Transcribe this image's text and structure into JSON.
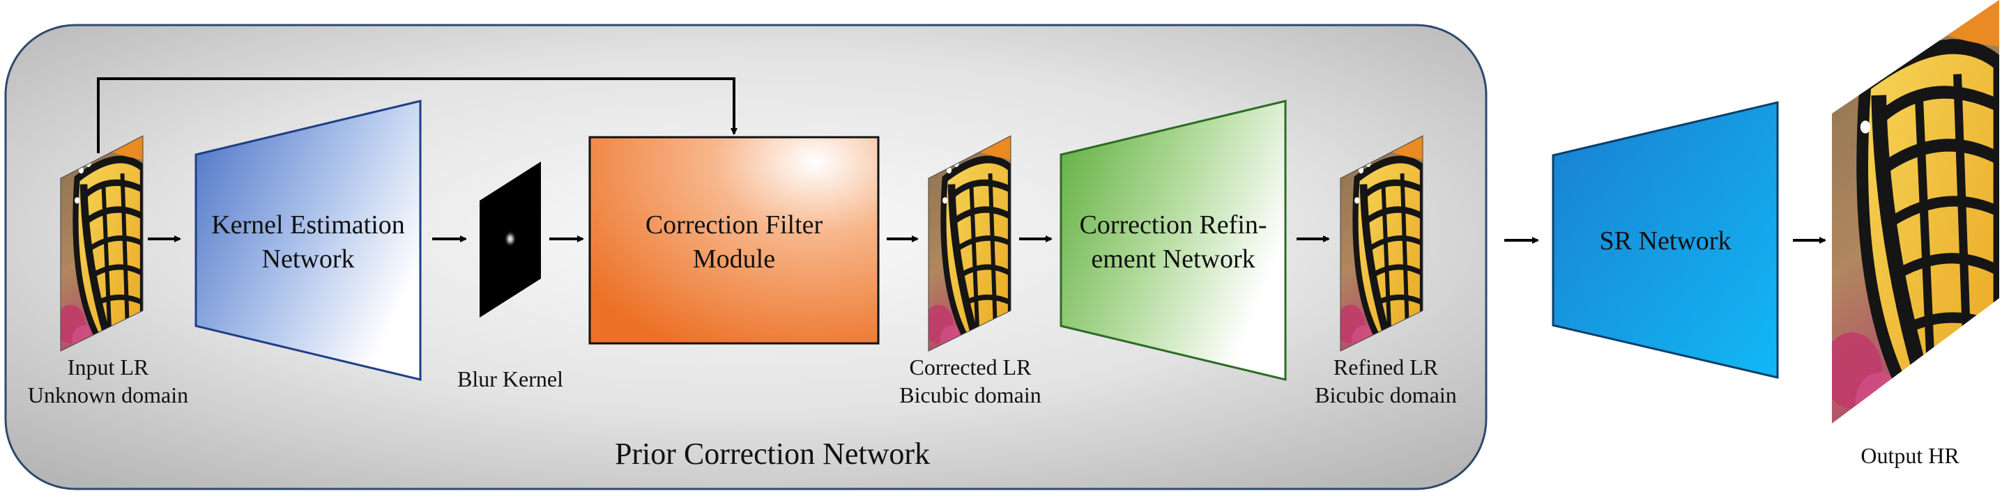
{
  "title": "Prior Correction Network",
  "nodes": {
    "input_lr": {
      "line1": "Input LR",
      "line2": "Unknown domain"
    },
    "kernel_estimation": {
      "line1": "Kernel Estimation",
      "line2": "Network"
    },
    "blur_kernel": {
      "label": "Blur Kernel"
    },
    "correction_filter": {
      "line1": "Correction Filter",
      "line2": "Module"
    },
    "corrected_lr": {
      "line1": "Corrected LR",
      "line2": "Bicubic domain"
    },
    "correction_refinement": {
      "line1": "Correction Refin-",
      "line2": "ement Network"
    },
    "refined_lr": {
      "line1": "Refined LR",
      "line2": "Bicubic domain"
    },
    "sr_network": {
      "label": "SR Network"
    },
    "output_hr": {
      "label": "Output HR"
    }
  },
  "colors": {
    "panel_border": "#2e4a6b",
    "kernel_net": "#4a72c4",
    "filter_module": "#ef7e33",
    "refine_net": "#6ab84b",
    "sr_net": "#1aa0e0",
    "butterfly_wing": "#f2c233",
    "butterfly_vein": "#1a1a1a"
  },
  "images": {
    "input_lr": "butterfly-thumbnail",
    "corrected_lr": "butterfly-thumbnail",
    "refined_lr": "butterfly-thumbnail",
    "output_hr": "butterfly-closeup",
    "blur_kernel": "blur-kernel-map"
  }
}
